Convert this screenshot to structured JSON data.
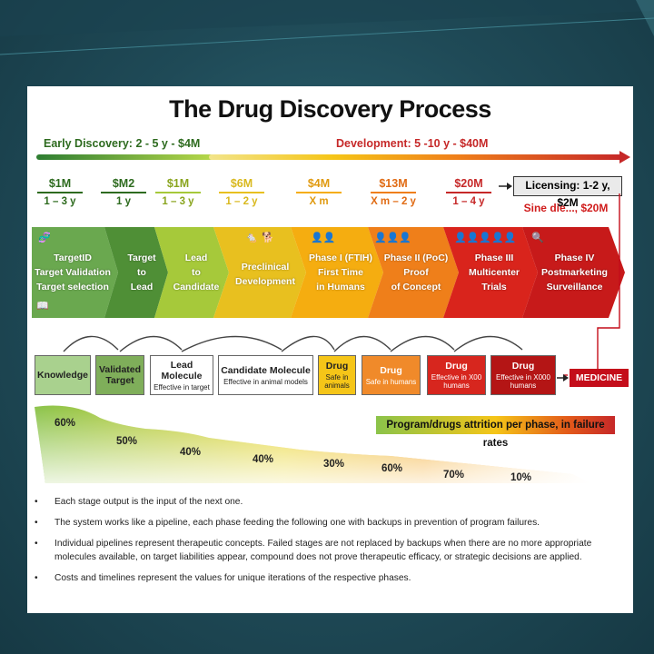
{
  "title": "The Drug Discovery Process",
  "early_discovery": "Early Discovery: 2 - 5 y  -  $4M",
  "development": "Development: 5 -10 y  -  $40M",
  "licensing": "Licensing: 1-2 y, $2M",
  "licensing_sub": "Sine die..., $20M",
  "costs": [
    {
      "cost": "$1M",
      "time": "1 – 3 y"
    },
    {
      "cost": "$M2",
      "time": "1 y"
    },
    {
      "cost": "$1M",
      "time": "1 – 3 y"
    },
    {
      "cost": "$6M",
      "time": "1 – 2 y"
    },
    {
      "cost": "$4M",
      "time": "X m"
    },
    {
      "cost": "$13M",
      "time": "X m – 2 y"
    },
    {
      "cost": "$20M",
      "time": "1 – 4 y"
    }
  ],
  "phases": [
    {
      "lines": [
        "TargetID",
        "Target Validation",
        "Target selection"
      ]
    },
    {
      "lines": [
        "Target",
        "to",
        "Lead"
      ]
    },
    {
      "lines": [
        "Lead",
        "to",
        "Candidate"
      ]
    },
    {
      "lines": [
        "Preclinical",
        "Development"
      ]
    },
    {
      "lines": [
        "Phase I (FTIH)",
        "First Time",
        "in Humans"
      ]
    },
    {
      "lines": [
        "Phase II (PoC)",
        "Proof",
        "of Concept"
      ]
    },
    {
      "lines": [
        "Phase III",
        "Multicenter",
        "Trials"
      ]
    },
    {
      "lines": [
        "Phase IV",
        "Postmarketing",
        "Surveillance"
      ]
    }
  ],
  "outputs": [
    {
      "title": "Knowledge",
      "sub": ""
    },
    {
      "title": "Validated Target",
      "sub": ""
    },
    {
      "title": "Lead Molecule",
      "sub": "Effective in target"
    },
    {
      "title": "Candidate Molecule",
      "sub": "Effective in animal models"
    },
    {
      "title": "Drug",
      "sub": "Safe in animals"
    },
    {
      "title": "Drug",
      "sub": "Safe in humans"
    },
    {
      "title": "Drug",
      "sub": "Effective in X00 humans"
    },
    {
      "title": "Drug",
      "sub": "Effective in X000 humans"
    }
  ],
  "medicine": "MEDICINE",
  "attrition_label": "Program/drugs attrition per phase, in failure rates",
  "attrition_pct": [
    "60%",
    "50%",
    "40%",
    "40%",
    "30%",
    "60%",
    "70%",
    "10%"
  ],
  "notes": [
    "Each stage output is the input of the next one.",
    "The system works like a pipeline, each phase feeding the following one with backups in prevention of program failures.",
    "Individual pipelines represent therapeutic concepts. Failed stages are not replaced by backups when there are no more appropriate molecules available, on target liabilities appear, compound does not prove therapeutic efficacy, or strategic decisions are applied.",
    "Costs and timelines represent the values for unique iterations of the respective phases."
  ],
  "colors": {
    "phase": [
      "#6aa84f",
      "#5c9a3e",
      "#a6c93a",
      "#e8c01f",
      "#f5ad10",
      "#ef7f1a",
      "#d9241c",
      "#c71a1a"
    ],
    "output_bg": [
      "#a9d18e",
      "#7fae5a",
      "#ffffff",
      "#ffffff",
      "#f5c518",
      "#f08a2a",
      "#d7261e",
      "#b41515"
    ]
  }
}
